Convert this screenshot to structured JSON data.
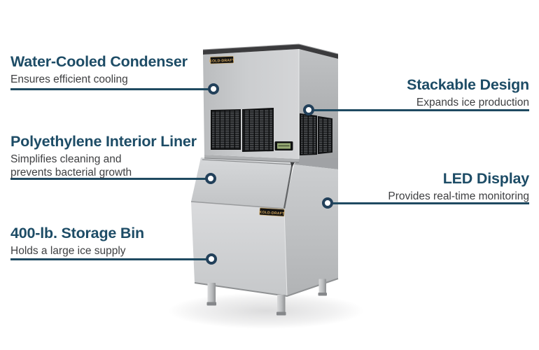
{
  "figure": {
    "type": "product-feature-diagram",
    "background": "#ffffff",
    "accent_color": "#1f4a61",
    "title_color": "#1d4c66",
    "description_color": "#3e3f41"
  },
  "product": {
    "brand": "KOLD-DRAFT",
    "head_label": "KOLD-DRAFT",
    "bin_label": "KOLD-DRAFT"
  },
  "callouts": [
    {
      "id": "water-cooled-condenser",
      "title": "Water-Cooled Condenser",
      "description": "Ensures efficient cooling"
    },
    {
      "id": "polyethylene-interior-liner",
      "title": "Polyethylene Interior Liner",
      "description": "Simplifies cleaning and prevents bacterial growth"
    },
    {
      "id": "storage-bin",
      "title": "400-lb. Storage Bin",
      "description": "Holds a large ice supply"
    },
    {
      "id": "stackable-design",
      "title": "Stackable Design",
      "description": "Expands ice production"
    },
    {
      "id": "led-display",
      "title": "LED Display",
      "description": "Provides real-time monitoring"
    }
  ]
}
